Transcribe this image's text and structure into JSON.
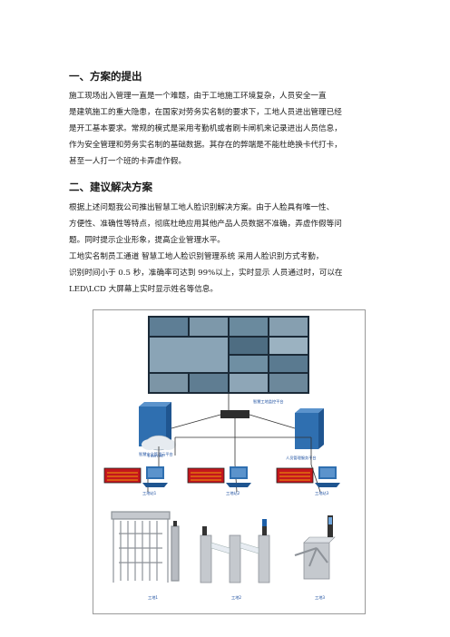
{
  "section1": {
    "heading": "一、方案的提出",
    "lines": [
      "施工现场出入管理一直是一个难题，由于工地施工环境复杂，人员安全一直",
      "是建筑施工的重大隐患，在国家对劳务实名制的要求下，工地人员进出管理已经",
      "作为安全管理和劳务实名制的基础数据。其存在的弊端是不能杜绝换卡代打卡，",
      "甚至一人打一个班的卡弄虚作假。"
    ],
    "line3": "是开工基本要求。常规的模式是采用考勤机或者刷卡闸机来记录进出人员信息，"
  },
  "section2": {
    "heading": "二、建议解决方案",
    "para1_lines": [
      "根据上述问题我公司推出智慧工地人脸识别解决方案。由于人脸具有唯一性、",
      "方便性、准确性等特点，彻底杜绝应用其他产品人员数据不准确，弄虚作假等问",
      "题。同时提示企业形象，提高企业管理水平。"
    ],
    "para2_lines": [
      "工地实名制员工通道  智慧工地人脸识别管理系统  采用人脸识别方式考勤，",
      "识别时间小于 0.5 秒，准确率可达到 99%以上，实时显示  人员通过时，可以在",
      "LED\\LCD 大屏幕上实时显示姓名等信息。"
    ]
  },
  "diagram": {
    "platform_label": "智慧工地监控平台",
    "left_server_label": "智慧安全管理云平台",
    "right_server_label": "人员管理服务平台",
    "cloud_label": "Internet",
    "workstations": [
      "工地站1",
      "工地站2",
      "工地站3"
    ],
    "gates": [
      "工地1",
      "工地2",
      "工地3"
    ],
    "colors": {
      "server": "#2f6fb0",
      "led": "#c4161c",
      "turnstile": "#b8bcc2"
    }
  }
}
